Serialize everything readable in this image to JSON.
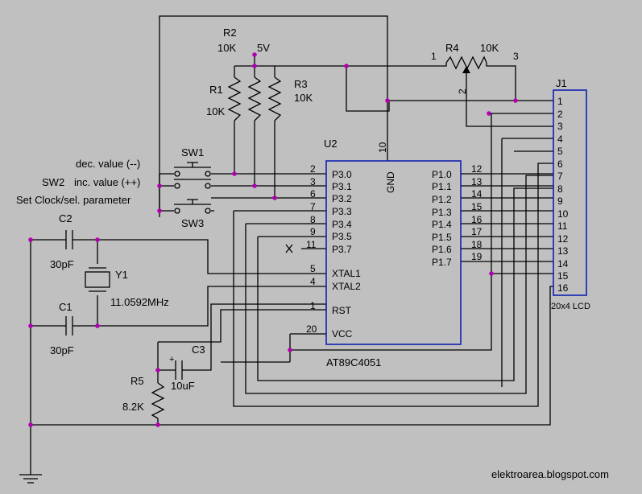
{
  "components": {
    "r1": {
      "ref": "R1",
      "value": "10K"
    },
    "r2": {
      "ref": "R2",
      "value": "10K"
    },
    "r3": {
      "ref": "R3",
      "value": "10K"
    },
    "r4": {
      "ref": "R4",
      "value": "10K",
      "pins": [
        "1",
        "2",
        "3"
      ]
    },
    "r5": {
      "ref": "R5",
      "value": "8.2K"
    },
    "c1": {
      "ref": "C1",
      "value": "30pF"
    },
    "c2": {
      "ref": "C2",
      "value": "30pF"
    },
    "c3": {
      "ref": "C3",
      "value": "10uF"
    },
    "y1": {
      "ref": "Y1",
      "value": "11.0592MHz"
    },
    "sw1": {
      "ref": "SW1",
      "label": "dec. value (--)"
    },
    "sw2": {
      "ref": "SW2",
      "label": "inc. value (++)"
    },
    "sw3": {
      "ref": "SW3",
      "label": "Set Clock/sel. parameter"
    },
    "supply": "5V"
  },
  "u2": {
    "ref": "U2",
    "part": "AT89C4051",
    "gnd_label": "GND",
    "gnd_pin": "10",
    "left_pins": [
      {
        "num": "2",
        "name": "P3.0"
      },
      {
        "num": "3",
        "name": "P3.1"
      },
      {
        "num": "6",
        "name": "P3.2"
      },
      {
        "num": "7",
        "name": "P3.3"
      },
      {
        "num": "8",
        "name": "P3.4"
      },
      {
        "num": "9",
        "name": "P3.5"
      },
      {
        "num": "11",
        "name": "P3.7"
      }
    ],
    "left_pins2": [
      {
        "num": "5",
        "name": "XTAL1"
      },
      {
        "num": "4",
        "name": "XTAL2"
      },
      {
        "num": "1",
        "name": "RST"
      },
      {
        "num": "20",
        "name": "VCC"
      }
    ],
    "right_pins": [
      {
        "num": "12",
        "name": "P1.0"
      },
      {
        "num": "13",
        "name": "P1.1"
      },
      {
        "num": "14",
        "name": "P1.2"
      },
      {
        "num": "15",
        "name": "P1.3"
      },
      {
        "num": "16",
        "name": "P1.4"
      },
      {
        "num": "17",
        "name": "P1.5"
      },
      {
        "num": "18",
        "name": "P1.6"
      },
      {
        "num": "19",
        "name": "P1.7"
      }
    ]
  },
  "j1": {
    "ref": "J1",
    "label": "20x4 LCD",
    "pins": [
      "1",
      "2",
      "3",
      "4",
      "5",
      "6",
      "7",
      "8",
      "9",
      "10",
      "11",
      "12",
      "13",
      "14",
      "15",
      "16"
    ]
  },
  "credit": "elektroarea.blogspot.com"
}
